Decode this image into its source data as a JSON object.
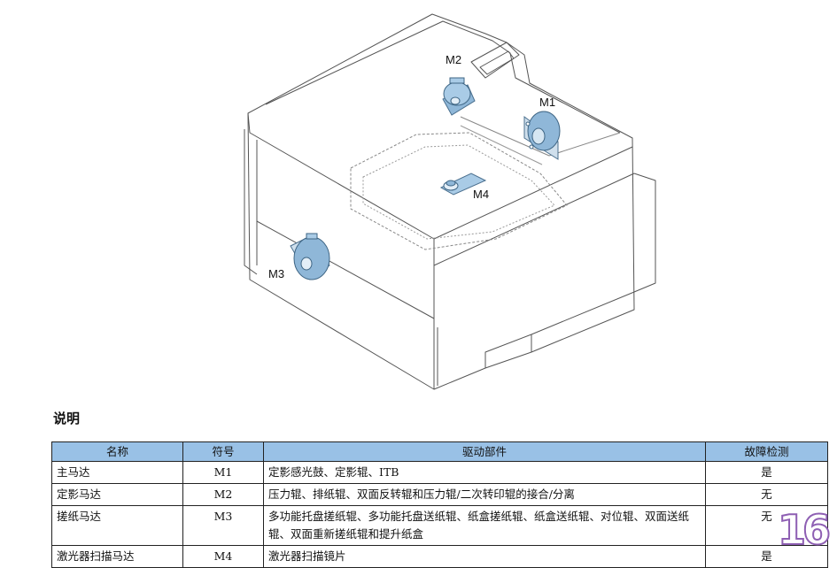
{
  "figure": {
    "labels": {
      "m1": "M1",
      "m2": "M2",
      "m3": "M3",
      "m4": "M4"
    }
  },
  "section_title": "说明",
  "table": {
    "headers": [
      "名称",
      "符号",
      "驱动部件",
      "故障检测"
    ],
    "rows": [
      {
        "name": "主马达",
        "symbol": "M1",
        "parts": "定影感光鼓、定影辊、ITB",
        "detect": "是"
      },
      {
        "name": "定影马达",
        "symbol": "M2",
        "parts": "压力辊、排纸辊、双面反转辊和压力辊/二次转印辊的接合/分离",
        "detect": "无"
      },
      {
        "name": "搓纸马达",
        "symbol": "M3",
        "parts": "多功能托盘搓纸辊、多功能托盘送纸辊、纸盒搓纸辊、纸盒送纸辊、对位辊、双面送纸辊、双面重新搓纸辊和提升纸盒",
        "detect": "无"
      },
      {
        "name": "激光器扫描马达",
        "symbol": "M4",
        "parts": "激光器扫描镜片",
        "detect": "是"
      }
    ]
  },
  "page_badge": "16"
}
